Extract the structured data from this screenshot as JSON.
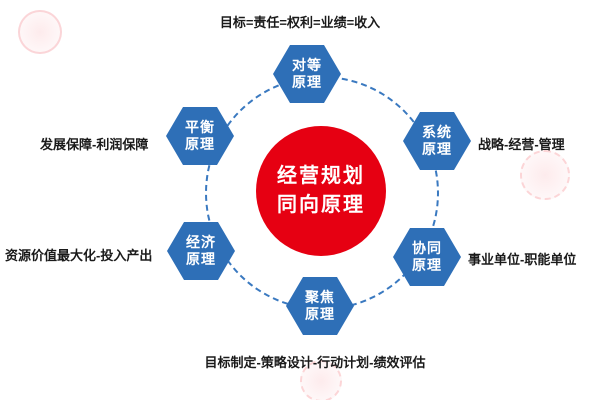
{
  "diagram": {
    "center": {
      "line1": "经营规划",
      "line2": "同向原理"
    },
    "nodes": [
      {
        "position": "top",
        "line1": "对等",
        "line2": "原理"
      },
      {
        "position": "top-right",
        "line1": "系统",
        "line2": "原理"
      },
      {
        "position": "bottom-right",
        "line1": "协同",
        "line2": "原理"
      },
      {
        "position": "bottom",
        "line1": "聚焦",
        "line2": "原理"
      },
      {
        "position": "bottom-left",
        "line1": "经济",
        "line2": "原理"
      },
      {
        "position": "top-left",
        "line1": "平衡",
        "line2": "原理"
      }
    ],
    "annotations": [
      {
        "position": "top",
        "text": "目标=责任=权利=业绩=收入"
      },
      {
        "position": "right-top",
        "text": "战略-经营-管理"
      },
      {
        "position": "right-bottom",
        "text": "事业单位-职能单位"
      },
      {
        "position": "bottom",
        "text": "目标制定-策略设计-行动计划-绩效评估"
      },
      {
        "position": "left-bottom",
        "text": "资源价值最大化-投入产出"
      },
      {
        "position": "left-top",
        "text": "发展保障-利润保障"
      }
    ],
    "colors": {
      "hexagon": "#2e6fb7",
      "center_circle": "#e60012",
      "dashed_ring": "#3a79c0",
      "annotation_text": "#1a1a1a"
    }
  }
}
